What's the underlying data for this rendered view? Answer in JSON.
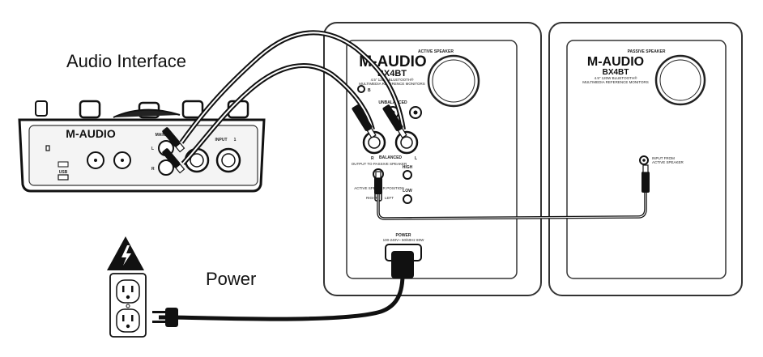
{
  "labels": {
    "audio_interface": "Audio Interface",
    "power": "Power"
  },
  "interface": {
    "brand": "M-AUDIO",
    "input_label": "INPUT",
    "input_number": "1",
    "usb_label": "USB",
    "main_label": "MAIN",
    "l_label": "L",
    "r_label": "R"
  },
  "active_speaker": {
    "title": "ACTIVE SPEAKER",
    "brand": "M-AUDIO",
    "model": "BX4BT",
    "subtitle_1": "4.5\" 120W BLUETOOTH®",
    "subtitle_2": "MULTIMEDIA REFERENCE MONITORS",
    "unbalanced": "UNBALANCED",
    "balanced": "BALANCED",
    "output_to_passive": "OUTPUT TO PASSIVE SPEAKER",
    "high": "HIGH",
    "low": "LOW",
    "active_speaker_position": "ACTIVE SPEAKER POSITION",
    "right": "RIGHT",
    "left": "LEFT",
    "power": "POWER",
    "power_rating": "100-240V~ 50/60Hz 80W",
    "r_label": "R",
    "l_label": "L"
  },
  "passive_speaker": {
    "title": "PASSIVE SPEAKER",
    "brand": "M-AUDIO",
    "model": "BX4BT",
    "subtitle_1": "4.5\" 120W BLUETOOTH®",
    "subtitle_2": "MULTIMEDIA REFERENCE MONITORS",
    "input_from_active_1": "INPUT FROM",
    "input_from_active_2": "ACTIVE SPEAKER"
  },
  "colors": {
    "line": "#111111",
    "panel_stroke": "#333333",
    "fill_light": "#f4f4f4"
  },
  "icons": [
    "warning-icon",
    "wall-outlet-icon",
    "power-plug-icon",
    "trs-jack-icon",
    "xlr-connector-icon"
  ]
}
